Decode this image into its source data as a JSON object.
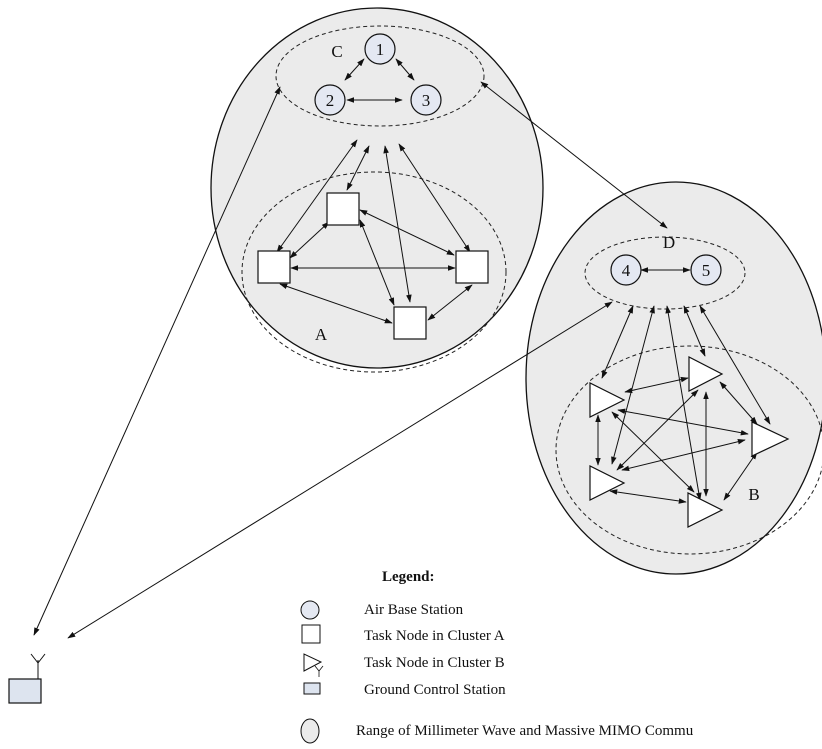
{
  "labels": {
    "cluster_c": "C",
    "cluster_d": "D",
    "cluster_a": "A",
    "cluster_b": "B"
  },
  "stations": {
    "s1": "1",
    "s2": "2",
    "s3": "3",
    "s4": "4",
    "s5": "5"
  },
  "legend": {
    "title": "Legend:",
    "items": [
      {
        "icon": "circle-icon",
        "label": "Air Base Station"
      },
      {
        "icon": "square-icon",
        "label": "Task Node in Cluster A"
      },
      {
        "icon": "triangle-icon",
        "label": "Task Node in Cluster B"
      },
      {
        "icon": "ground-station-icon",
        "label": "Ground Control Station"
      },
      {
        "icon": "ellipse-icon",
        "label": "Range of Millimeter Wave and Massive MIMO Commu"
      }
    ]
  },
  "colors": {
    "fill_range": "#ebebeb",
    "fill_station": "#e4e8f2",
    "fill_ground": "#dde4ef",
    "stroke": "#111111"
  }
}
